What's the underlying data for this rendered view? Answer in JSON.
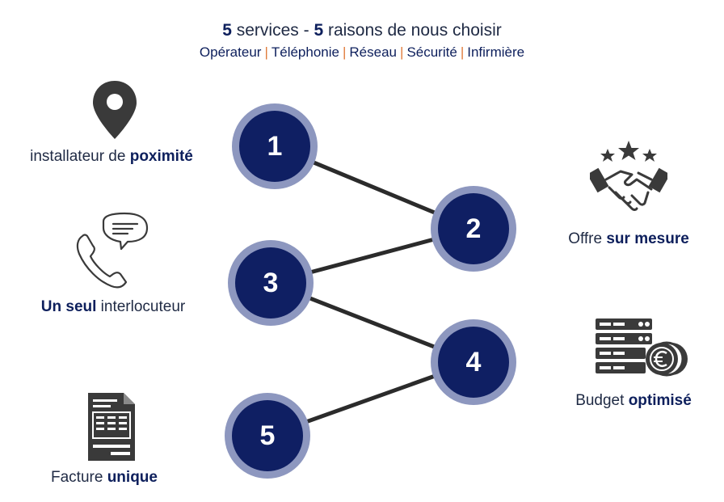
{
  "header": {
    "num1": "5",
    "title_part1": " services - ",
    "num2": "5",
    "title_part2": " raisons de nous choisir",
    "services": [
      "Opérateur",
      "Téléphonie",
      "Réseau",
      "Sécurité",
      "Infirmière"
    ],
    "separator": "|"
  },
  "nodes": [
    "1",
    "2",
    "3",
    "4",
    "5"
  ],
  "features": {
    "proximite": {
      "normal": "installateur de ",
      "bold": "poximité"
    },
    "interlocuteur": {
      "bold": "Un seul",
      "normal": " interlocuteur"
    },
    "facture": {
      "normal": "Facture ",
      "bold": "unique"
    },
    "offre": {
      "normal": "Offre ",
      "bold": "sur mesure"
    },
    "budget": {
      "normal": "Budget ",
      "bold": "optimisé"
    }
  },
  "icons": {
    "proximite": "location-pin-icon",
    "interlocuteur": "phone-chat-icon",
    "facture": "invoice-icon",
    "offre": "handshake-stars-icon",
    "budget": "server-euro-icon"
  },
  "colors": {
    "node_fill": "#0f1f63",
    "node_ring": "#8d97bf",
    "text_bold": "#0d1f5c",
    "separator": "#e07a3a",
    "line": "#2b2b2b"
  }
}
